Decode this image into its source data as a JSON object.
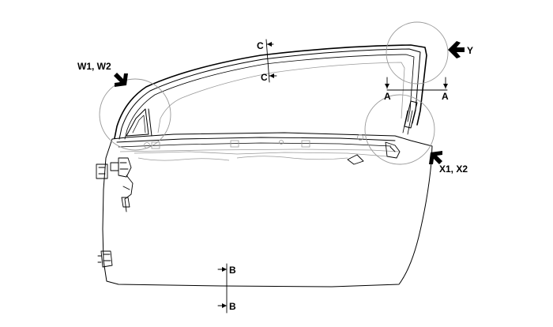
{
  "diagram": {
    "labels": {
      "w": "W1, W2",
      "x": "X1, X2",
      "y": "Y",
      "section_a_left": "A",
      "section_a_right": "A",
      "section_b_top": "B",
      "section_b_bottom": "B",
      "section_c_top": "C",
      "section_c_bottom": "C"
    }
  }
}
